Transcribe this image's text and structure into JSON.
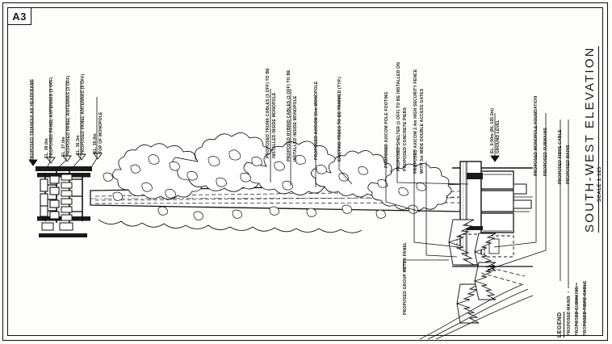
{
  "sheet": {
    "size_tag": "A3"
  },
  "title_block": {
    "title": "SOUTH-WEST ELEVATION",
    "scale": "SCALE 1:125"
  },
  "elevations": [
    {
      "id": "headframe-top",
      "value": "EL. 38.0m",
      "sub": ""
    },
    {
      "id": "panel-upper",
      "value": "EL. 37.0m",
      "sub": ""
    },
    {
      "id": "panel-lower",
      "value": "EL. 36.3m",
      "sub": ""
    },
    {
      "id": "monopole-top",
      "value": "EL. 35.0m",
      "sub": "TOP OF MONOPOLE"
    },
    {
      "id": "ground-level",
      "value": "EL. 0.00m (RL 105.3m)",
      "sub": "GROUND LEVEL"
    }
  ],
  "annotations": {
    "headframe": "PROPOSED TRIANGULAR HEADFRAME",
    "panel_antennas_1": "PROPOSED PANEL ANTENNAS (3 OFF)",
    "panel_antennas_2": "PROPOSED PANEL ANTENNAS (3 OFF)",
    "panel_antennas_3": "PROPOSED PANEL ANTENNAS (9 OFF)",
    "trunk_cables_l1": "PROPOSED TRUNK CABLES (3 OFF) TO BE",
    "trunk_cables_l2": "INSTALLED INSIDE MONOPOLE",
    "hybrid_cables_l1": "PROPOSED HYBRID CABLES (3 OFF) TO BE",
    "hybrid_cables_l2": "INSTALLED INSIDE MONOPOLE",
    "monopole": "PROPOSED AXICOM 35m MONOPOLE",
    "existing_trees": "EXISTING TREES TO BE TRIMMED (TYP.)",
    "pole_footing": "PROPOSED AXICOM POLE FOOTING",
    "shelter_l1": "PROPOSED  SHELTER (1 OFF) TO BE INSTALLED ON",
    "shelter_l2": "PROPOSED CONCRETE PIERS",
    "security_fence_l1": "PROPOSED AXICOM 2.4m HIGH SECURITY FENCE",
    "security_fence_l2": "WITH 3m WIDE DOUBLE ACCESS GATES",
    "monopole_found": "PROPOSED MONOPOLE FOUNDATION",
    "submains_1": "PROPOSED SUBMAINS",
    "fibre_cable_1": "PROPOSED FIBRE CABLE",
    "mains_1": "PROPOSED MAINS",
    "meter_panel": "PROPOSED GROUP METER PANEL"
  },
  "legend": {
    "title": "LEGEND",
    "items": [
      {
        "marker": "—  •  —  •  —",
        "label": "PROPOSED MAINS"
      },
      {
        "marker": "— SM — SM —",
        "label": "PROPOSED SUBMAINS"
      },
      {
        "marker": "— FO — FO —",
        "label": "PROPOSED FIBRE CABLE"
      }
    ]
  },
  "colors": {
    "ink": "#111111",
    "paper": "#fdfdfc",
    "hatch": "#555555"
  }
}
